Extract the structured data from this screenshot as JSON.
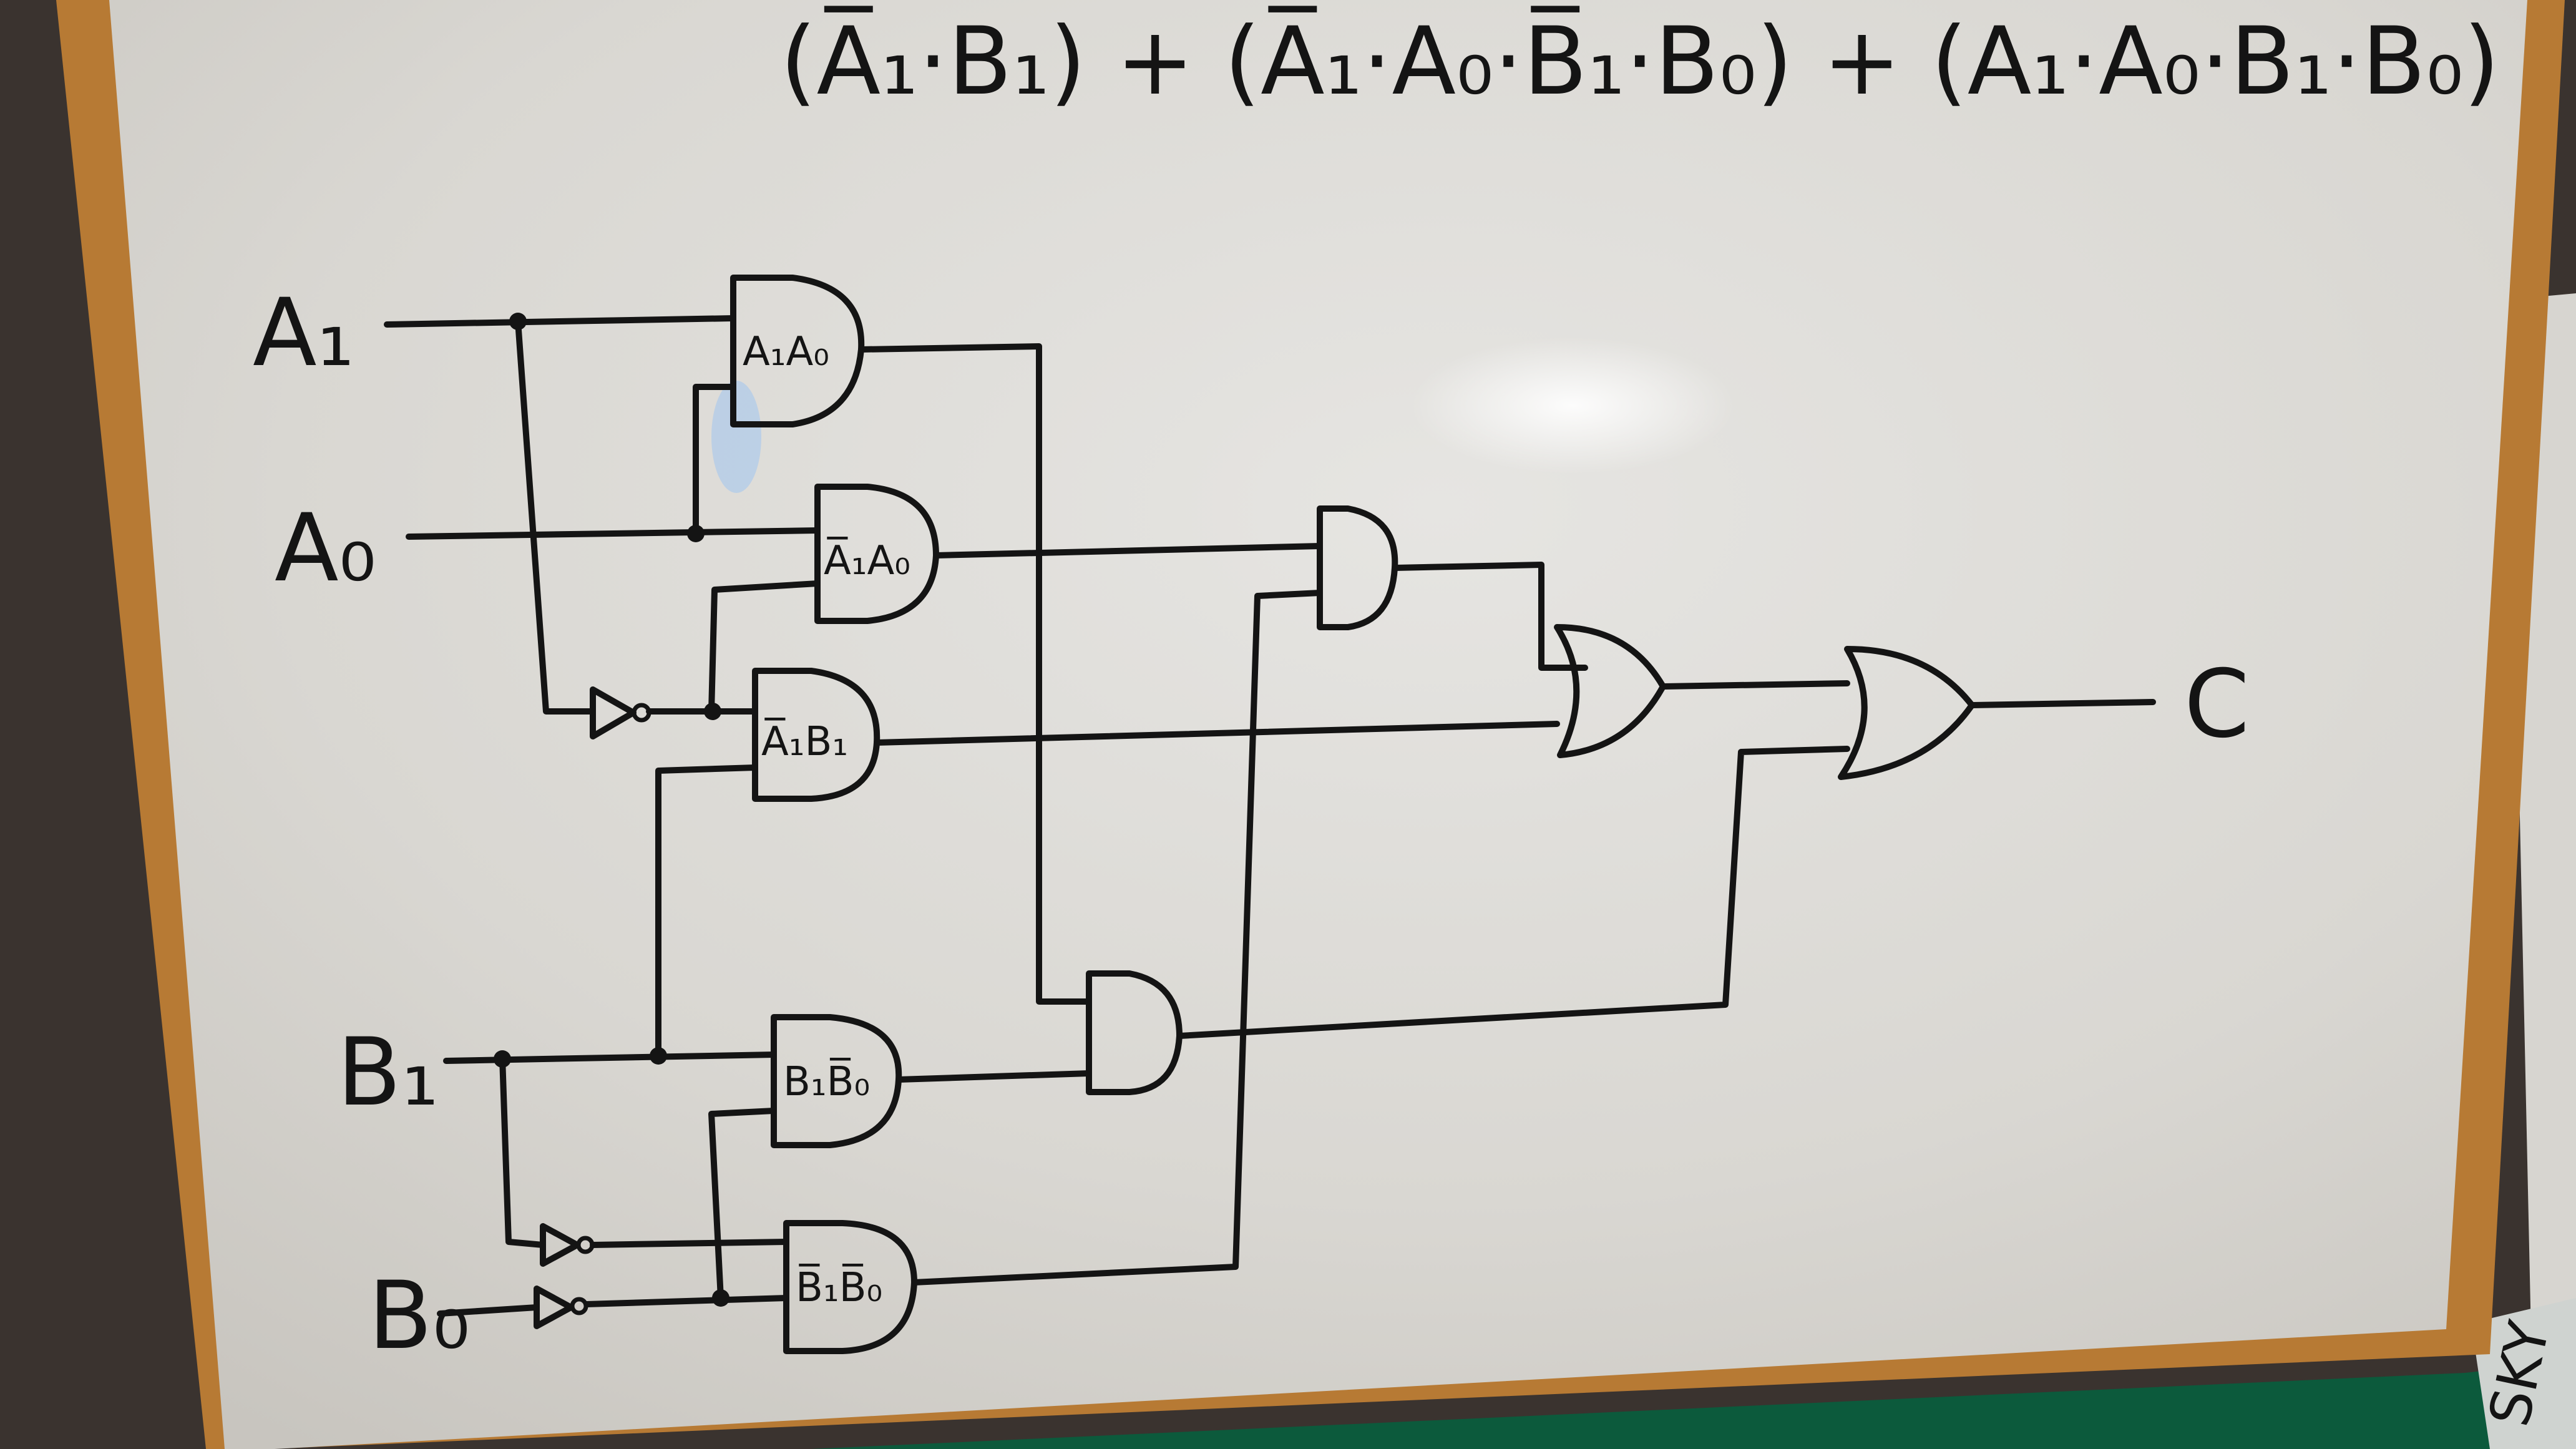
{
  "formula": "(A̅₁·B₁) + (A̅₁·A₀·B̅₁·B₀) + (A₁·A₀·B₁·B₀)",
  "inputs": {
    "a1": "A₁",
    "a0": "A₀",
    "b1": "B₁",
    "b0": "B₀"
  },
  "output": "C",
  "gates": {
    "and_a1a0": "A₁A₀",
    "and_na1a0": "A̅₁A₀",
    "and_na1b1": "A̅₁B₁",
    "and_b1nb0": "B₁B̅₀",
    "and_nb1nb0": "B̅₁B̅₀"
  },
  "corner_text": "SKY",
  "colors": {
    "whiteboard": "#dcdad6",
    "frame": "#b77a34",
    "ink": "#141414",
    "felt": "#0c5a3c",
    "wall": "#3a332f"
  }
}
